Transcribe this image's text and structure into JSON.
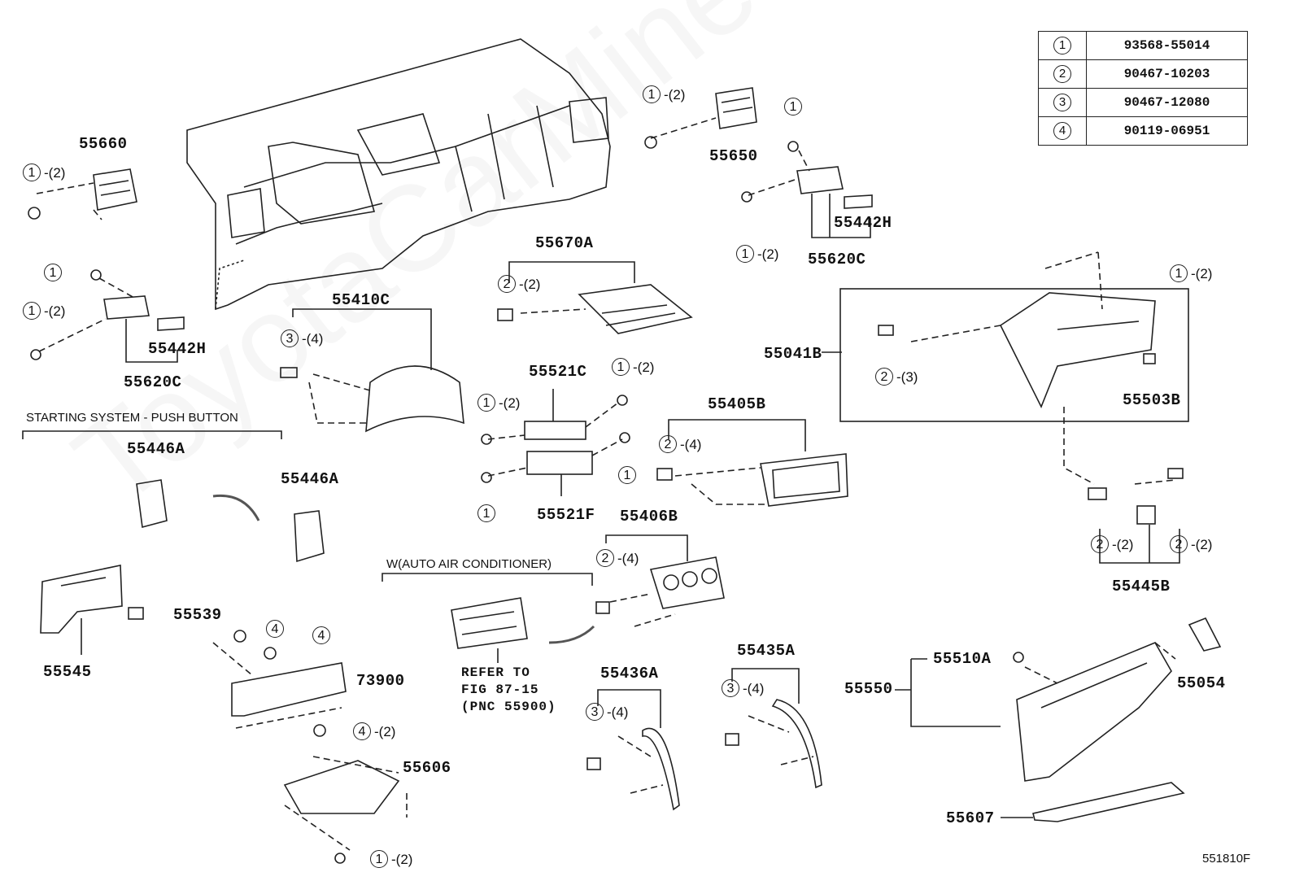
{
  "watermark": "ToyotaCarMine.ru",
  "figure_id": "551810F",
  "parts_table": [
    {
      "key": "1",
      "part": "93568-55014"
    },
    {
      "key": "2",
      "part": "90467-10203"
    },
    {
      "key": "3",
      "part": "90467-12080"
    },
    {
      "key": "4",
      "part": "90119-06951"
    }
  ],
  "section_titles": {
    "starting_system": "STARTING SYSTEM - PUSH BUTTON",
    "auto_ac": "W(AUTO AIR CONDITIONER)"
  },
  "refer_note": "REFER TO\nFIG 87-15\n(PNC 55900)",
  "parts": {
    "p55660": "55660",
    "p55650": "55650",
    "p55620c_l": "55620C",
    "p55620c_r": "55620C",
    "p55442h_l": "55442H",
    "p55442h_r": "55442H",
    "p55670a": "55670A",
    "p55410c": "55410C",
    "p55521c": "55521C",
    "p55521f": "55521F",
    "p55405b": "55405B",
    "p55406b": "55406B",
    "p55041b": "55041B",
    "p55503b": "55503B",
    "p55445b": "55445B",
    "p55446a_1": "55446A",
    "p55446a_2": "55446A",
    "p55539": "55539",
    "p55545": "55545",
    "p73900": "73900",
    "p55606": "55606",
    "p55436a": "55436A",
    "p55435a": "55435A",
    "p55510a": "55510A",
    "p55550": "55550",
    "p55054": "55054",
    "p55607": "55607"
  },
  "refs": {
    "r1": {
      "key": "1",
      "qty": "-(2)"
    },
    "r2": {
      "key": "1",
      "qty": "-(2)"
    },
    "r3": {
      "key": "1",
      "qty": ""
    },
    "r4": {
      "key": "1",
      "qty": "-(2)"
    },
    "r5": {
      "key": "1",
      "qty": ""
    },
    "r6": {
      "key": "1",
      "qty": "-(2)"
    },
    "r7": {
      "key": "2",
      "qty": "-(2)"
    },
    "r8": {
      "key": "3",
      "qty": "-(4)"
    },
    "r9": {
      "key": "1",
      "qty": "-(2)"
    },
    "r10": {
      "key": "1",
      "qty": "-(2)"
    },
    "r11": {
      "key": "1",
      "qty": ""
    },
    "r12": {
      "key": "1",
      "qty": ""
    },
    "r13": {
      "key": "2",
      "qty": "-(4)"
    },
    "r14": {
      "key": "1",
      "qty": "-(2)"
    },
    "r15": {
      "key": "2",
      "qty": "-(3)"
    },
    "r16": {
      "key": "2",
      "qty": "-(2)"
    },
    "r17": {
      "key": "2",
      "qty": "-(2)"
    },
    "r18": {
      "key": "2",
      "qty": "-(4)"
    },
    "r19": {
      "key": "4",
      "qty": ""
    },
    "r20": {
      "key": "4",
      "qty": ""
    },
    "r21": {
      "key": "4",
      "qty": "-(2)"
    },
    "r22": {
      "key": "1",
      "qty": "-(2)"
    },
    "r23": {
      "key": "3",
      "qty": "-(4)"
    },
    "r24": {
      "key": "3",
      "qty": "-(4)"
    }
  }
}
